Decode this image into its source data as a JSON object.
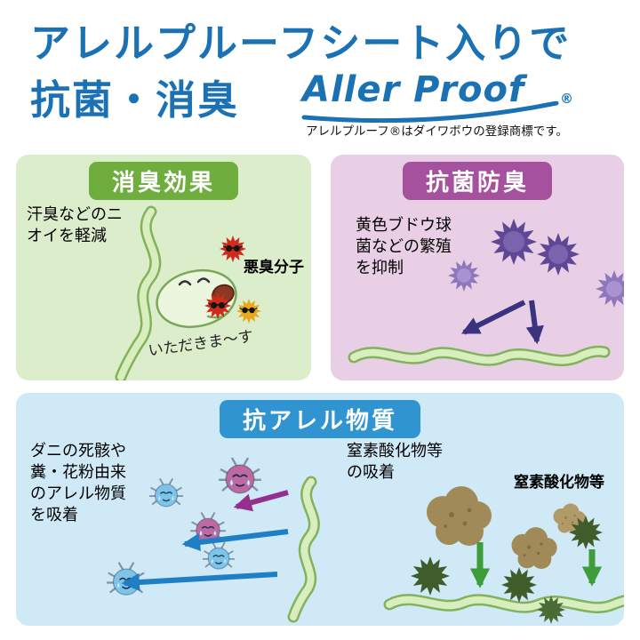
{
  "header": {
    "title_line1": "アレルプルーフシート入りで",
    "title_line2": "抗菌・消臭",
    "logo_text": "Aller Proof",
    "logo_reg": "®",
    "trademark_note": "アレルプルーフ®はダイワボウの登録商標です。"
  },
  "panels": {
    "deodorant": {
      "title": "消臭効果",
      "body": "汗臭などのニ\nオイを軽減",
      "molecule_label": "悪臭分子",
      "speech": "いただきま〜す"
    },
    "antibacterial": {
      "title": "抗菌防臭",
      "body": "黄色ブドウ球\n菌などの繁殖\nを抑制"
    },
    "allergen": {
      "title": "抗アレル物質",
      "left_body": "ダニの死骸や\n糞・花粉由来\nのアレル物質\nを吸着",
      "right_body": "窒素酸化物等\nの吸着",
      "right_label": "窒素酸化物等"
    }
  },
  "colors": {
    "header_blue": "#1a72b5",
    "deodorant_panel_bg": "#dcedcb",
    "deodorant_pill": "#6fae3e",
    "antibacterial_panel_bg": "#e9cfe5",
    "antibacterial_pill": "#a5519e",
    "allergen_panel_bg": "#cfe9f7",
    "allergen_pill": "#2f94d0",
    "fiber_green": "#82b35c",
    "bacteria_purple": "#5f4795",
    "odor_red": "#d02a1c",
    "mite_pink": "#bd6aa3",
    "mite_blue": "#7cc4e8",
    "nox_brown": "#9f8a58",
    "nox_dark_green": "#3f5d2b"
  }
}
